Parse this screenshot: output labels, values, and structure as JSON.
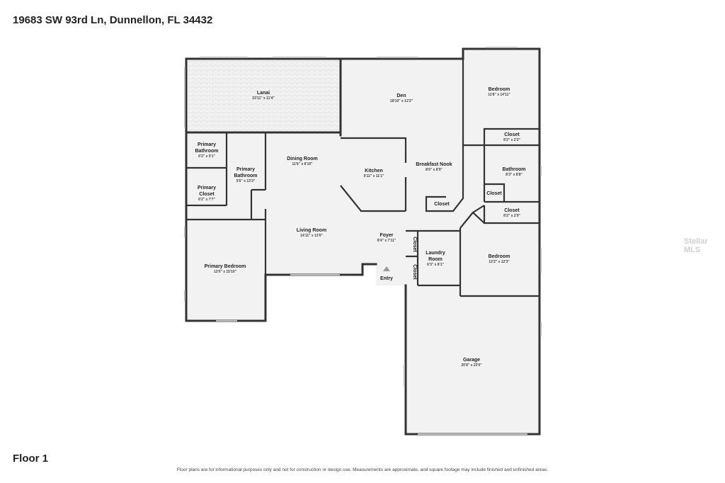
{
  "header": {
    "address": "19683 SW 93rd Ln, Dunnellon, FL 34432"
  },
  "footer": {
    "floor_label": "Floor 1",
    "disclaimer": "Floor plans are for informational purposes only and not for construction or design use. Measurements are approximate, and square footage may include finished and unfinished areas."
  },
  "watermark": "Stellar MLS",
  "rooms": {
    "lanai": {
      "name": "Lanai",
      "dim": "23'11\" x 11'4\""
    },
    "den": {
      "name": "Den",
      "dim": "18'10\" x 12'2\""
    },
    "bedroom_ne": {
      "name": "Bedroom",
      "dim": "11'8\" x 14'11\""
    },
    "closet_ne": {
      "name": "Closet",
      "dim": "8'2\" x 2'2\""
    },
    "primary_bath_1": {
      "name1": "Primary",
      "name2": "Bathroom",
      "dim": "6'2\" x 5'1\""
    },
    "primary_bath_2": {
      "name1": "Primary",
      "name2": "Bathroom",
      "dim": "5'6\" x 13'3\""
    },
    "primary_closet": {
      "name1": "Primary",
      "name2": "Closet",
      "dim": "6'2\" x 7'7\""
    },
    "dining": {
      "name": "Dining Room",
      "dim": "11'6\" x 8'10\""
    },
    "kitchen": {
      "name": "Kitchen",
      "dim": "9'11\" x 11'1\""
    },
    "breakfast": {
      "name": "Breakfast Nook",
      "dim": "8'6\" x 8'9\""
    },
    "bathroom_e": {
      "name": "Bathroom",
      "dim": "8'3\" x 8'8\""
    },
    "closet_small": {
      "name": "Closet"
    },
    "closet_kitchen": {
      "name": "Closet"
    },
    "closet_e2": {
      "name": "Closet",
      "dim": "8'2\" x 2'9\""
    },
    "living": {
      "name": "Living Room",
      "dim": "14'11\" x 13'0\""
    },
    "foyer": {
      "name": "Foyer",
      "dim": "8'4\" x 7'11\""
    },
    "closet_foyer1": {
      "name": "Closet"
    },
    "closet_foyer2": {
      "name": "Closet"
    },
    "laundry": {
      "name1": "Laundry",
      "name2": "Room",
      "dim": "6'3\" x 8'1\""
    },
    "bedroom_se": {
      "name": "Bedroom",
      "dim": "12'2\" x 12'3\""
    },
    "primary_bedroom": {
      "name": "Primary Bedroom",
      "dim": "12'0\" x 15'10\""
    },
    "garage": {
      "name": "Garage",
      "dim": "20'8\" x 23'0\""
    },
    "entry": {
      "name": "Entry"
    }
  }
}
